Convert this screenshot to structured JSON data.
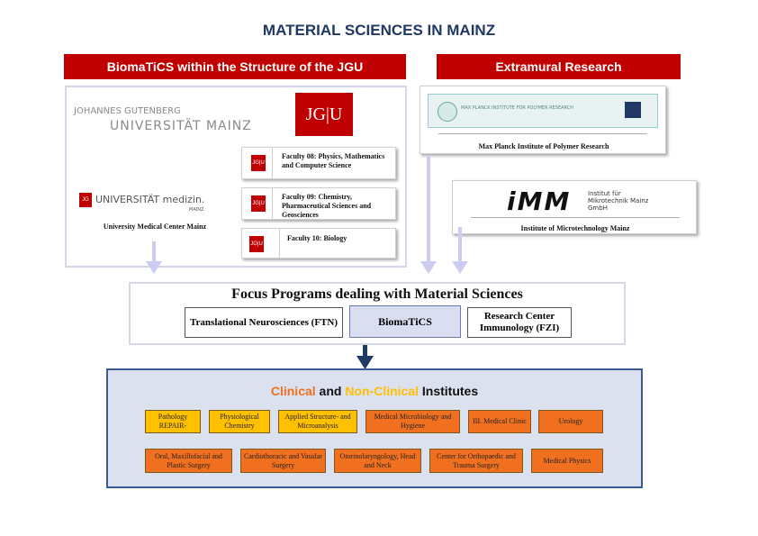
{
  "page_title": "MATERIAL SCIENCES IN MAINZ",
  "left_header": "BiomaTiCS within the Structure of the JGU",
  "right_header": "Extramural Research",
  "jgu_logo": {
    "line1": "JOHANNES GUTENBERG",
    "line2": "UNIVERSITÄT MAINZ",
    "mark": "JG|U"
  },
  "unimed": {
    "logo_text": "UNIVERSITÄT medizin.",
    "logo_sub": "MAINZ",
    "caption": "University Medical Center Mainz"
  },
  "faculties": [
    {
      "label": "Faculty 08: Physics, Mathematics and Computer Science",
      "icon": "JG|U"
    },
    {
      "label": "Faculty 09: Chemistry, Pharmaceutical Sciences and Geosciences",
      "icon": "JG|U"
    },
    {
      "label": "Faculty 10:  Biology",
      "icon": "JG|U"
    }
  ],
  "mpi": {
    "caption": "Max Planck Institute of Polymer Research",
    "logo_text": "MAX PLANCK INSTITUTE FOR POLYMER RESEARCH"
  },
  "imm": {
    "caption": "Institute of Microtechnology Mainz",
    "logo": "iMM",
    "logo_text": "Institut für Mikrotechnik Mainz GmbH"
  },
  "focus": {
    "title": "Focus Programs dealing with Material Sciences",
    "programs": [
      "Translational Neurosciences (FTN)",
      "BiomaTiCS",
      "Research Center Immunology (FZI)"
    ]
  },
  "institutes": {
    "heading_clinical": "Clinical",
    "heading_and1": " and ",
    "heading_nonclinical": "Non-Clinical",
    "heading_rest": " Institutes",
    "row1": [
      "Pathology REPAIR-",
      "Physiological Chemistry",
      "Applied Structure- and Microanalysis",
      "Medical Microbiology and Hygiene",
      "III. Medical Clinic",
      "Urology"
    ],
    "row2": [
      "Oral, Maxillofacial and Plastic Surgery",
      "Cardiothoracic and Vasular Surgery",
      "Otorinolaryngology, Head and Neck",
      "Center for Orthopaedic and Trauma Surgery",
      "Medical Physics"
    ]
  },
  "colors": {
    "title": "#1f3864",
    "red": "#c00000",
    "clinical": "#f07020",
    "nonclinical": "#ffc000",
    "arrow": "#ccccf0",
    "navy": "#1f3864"
  }
}
